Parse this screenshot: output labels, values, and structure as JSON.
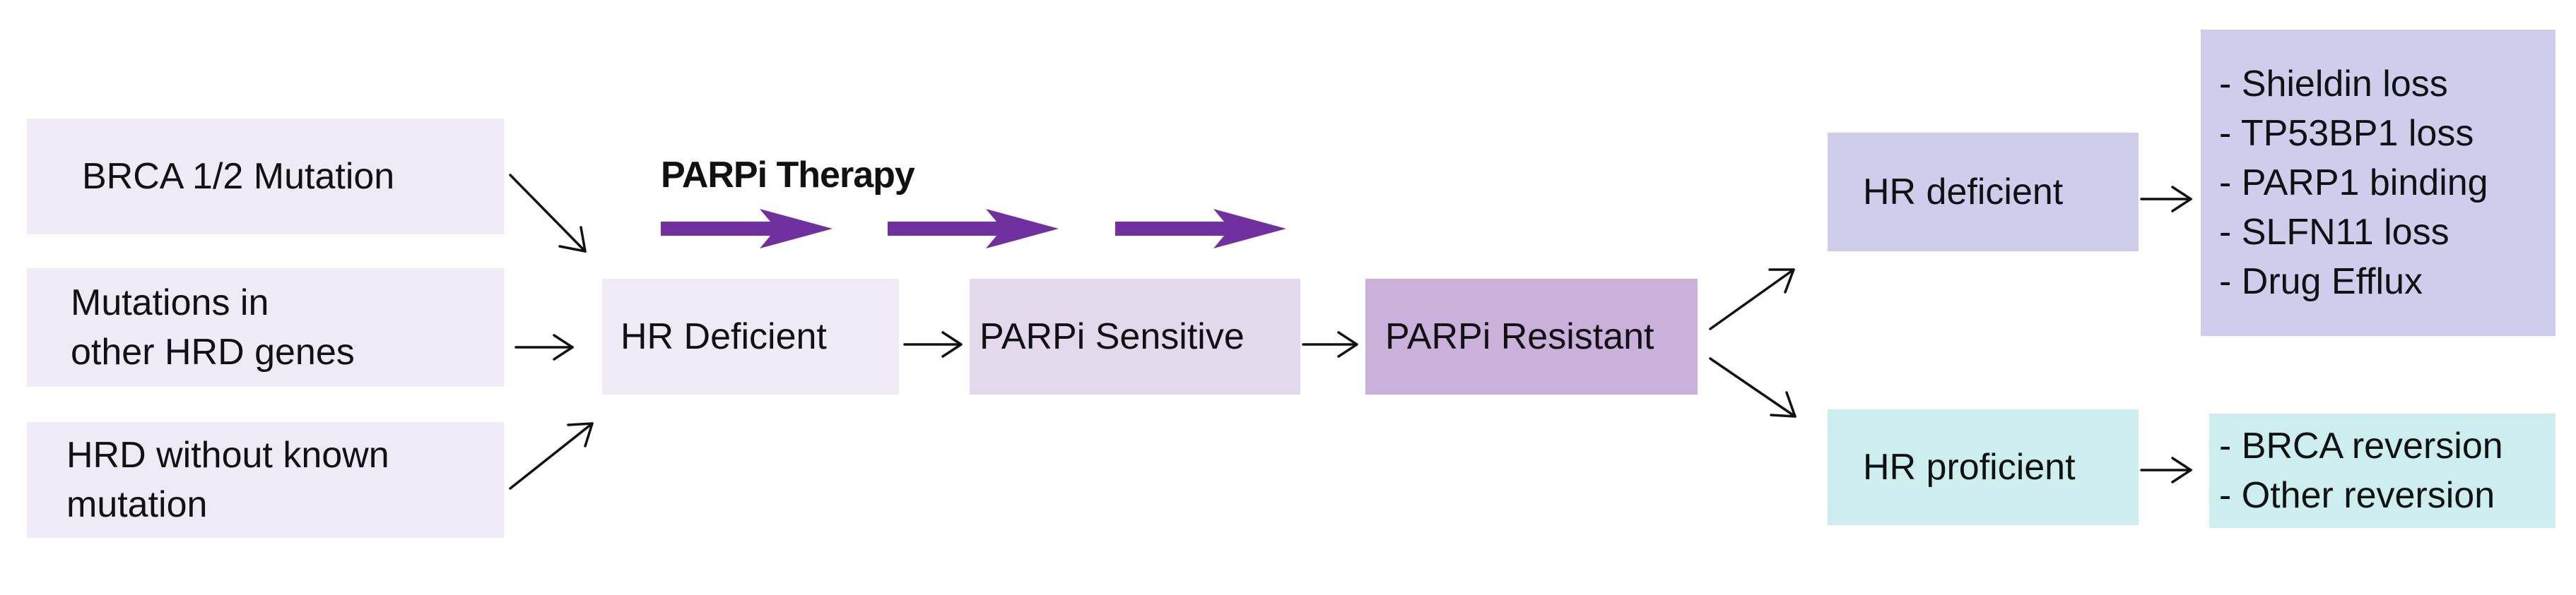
{
  "colors": {
    "input_box": "#efeaf6",
    "hr_deficient_box": "#efeaf6",
    "sensitive_box": "#e4d8ec",
    "resistant_box": "#c9b1dc",
    "hr_deficient_out_box": "#cfcdec",
    "hr_proficient_box": "#cdeeee",
    "therapy_arrow": "#7030a0",
    "connector": "#111111"
  },
  "inputs": {
    "brca": "BRCA 1/2 Mutation",
    "other_hrd": [
      "Mutations in",
      "other HRD genes"
    ],
    "no_known": [
      "HRD without known",
      "mutation"
    ]
  },
  "therapy_label": "PARPi Therapy",
  "stages": {
    "hr_deficient": "HR Deficient",
    "sensitive": "PARPi Sensitive",
    "resistant": "PARPi Resistant"
  },
  "outcomes": {
    "hr_deficient": {
      "label": "HR deficient",
      "mechanisms": [
        "- Shieldin loss",
        "- TP53BP1 loss",
        "- PARP1 binding",
        "- SLFN11 loss",
        "- Drug Efflux"
      ]
    },
    "hr_proficient": {
      "label": "HR proficient",
      "mechanisms": [
        "- BRCA reversion",
        "- Other reversion"
      ]
    }
  }
}
